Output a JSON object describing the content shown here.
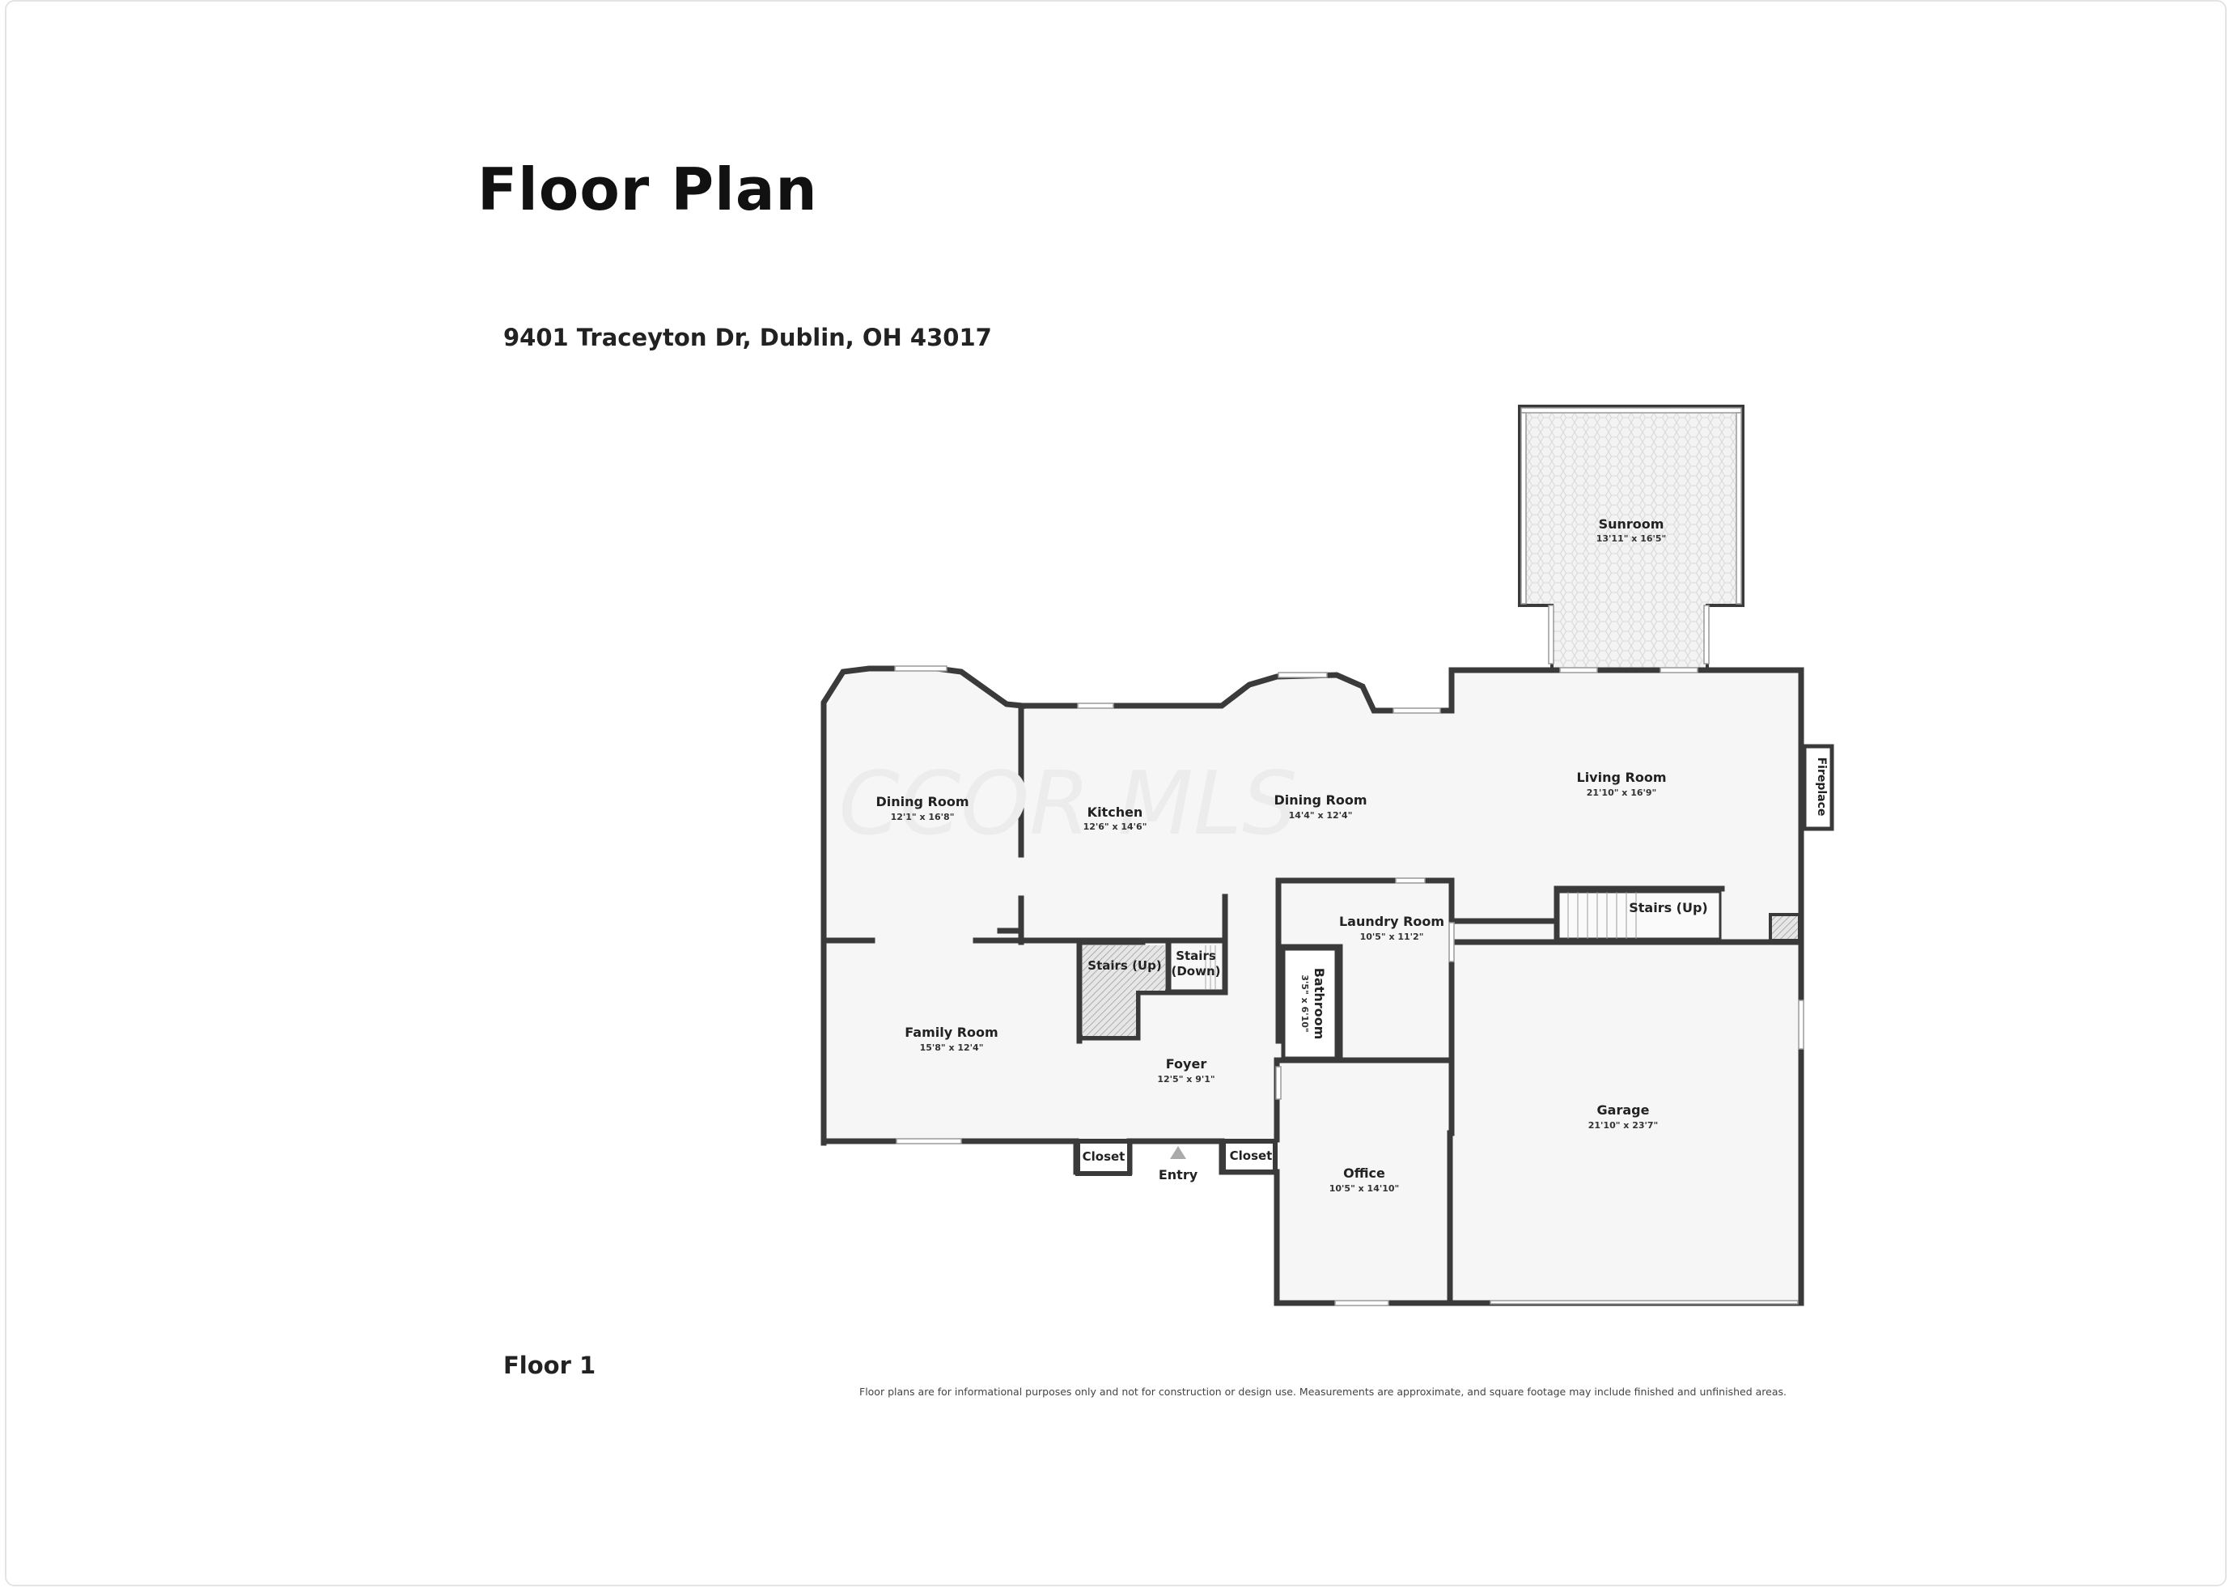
{
  "title": "Floor Plan",
  "address": "9401 Traceyton Dr, Dublin, OH 43017",
  "floor_label": "Floor 1",
  "disclaimer": "Floor plans are for informational purposes only and not for construction or design use. Measurements are approximate, and square footage may include finished and unfinished areas.",
  "watermark": "CCOR MLS",
  "rooms": {
    "sunroom": {
      "name": "Sunroom",
      "dims": "13'11\" x 16'5\""
    },
    "dining_left": {
      "name": "Dining Room",
      "dims": "12'1\" x 16'8\""
    },
    "kitchen": {
      "name": "Kitchen",
      "dims": "12'6\" x 14'6\""
    },
    "dining_right": {
      "name": "Dining Room",
      "dims": "14'4\" x 12'4\""
    },
    "living": {
      "name": "Living Room",
      "dims": "21'10\" x 16'9\""
    },
    "laundry": {
      "name": "Laundry Room",
      "dims": "10'5\" x 11'2\""
    },
    "bathroom": {
      "name": "Bathroom",
      "dims": "3'5\" x 6'10\""
    },
    "family": {
      "name": "Family Room",
      "dims": "15'8\" x 12'4\""
    },
    "foyer": {
      "name": "Foyer",
      "dims": "12'5\" x 9'1\""
    },
    "garage": {
      "name": "Garage",
      "dims": "21'10\" x 23'7\""
    },
    "office": {
      "name": "Office",
      "dims": "10'5\" x 14'10\""
    }
  },
  "labels": {
    "stairs_up_1": "Stairs (Up)",
    "stairs_up_2": "Stairs (Up)",
    "stairs_down_1": "Stairs",
    "stairs_down_2": "(Down)",
    "closet_left": "Closet",
    "closet_right": "Closet",
    "entry": "Entry",
    "fireplace": "Fireplace"
  },
  "colors": {
    "floor_fill": "#f5f5f5",
    "wall": "#3a3a3a",
    "watermark": "#e8e8e8"
  }
}
